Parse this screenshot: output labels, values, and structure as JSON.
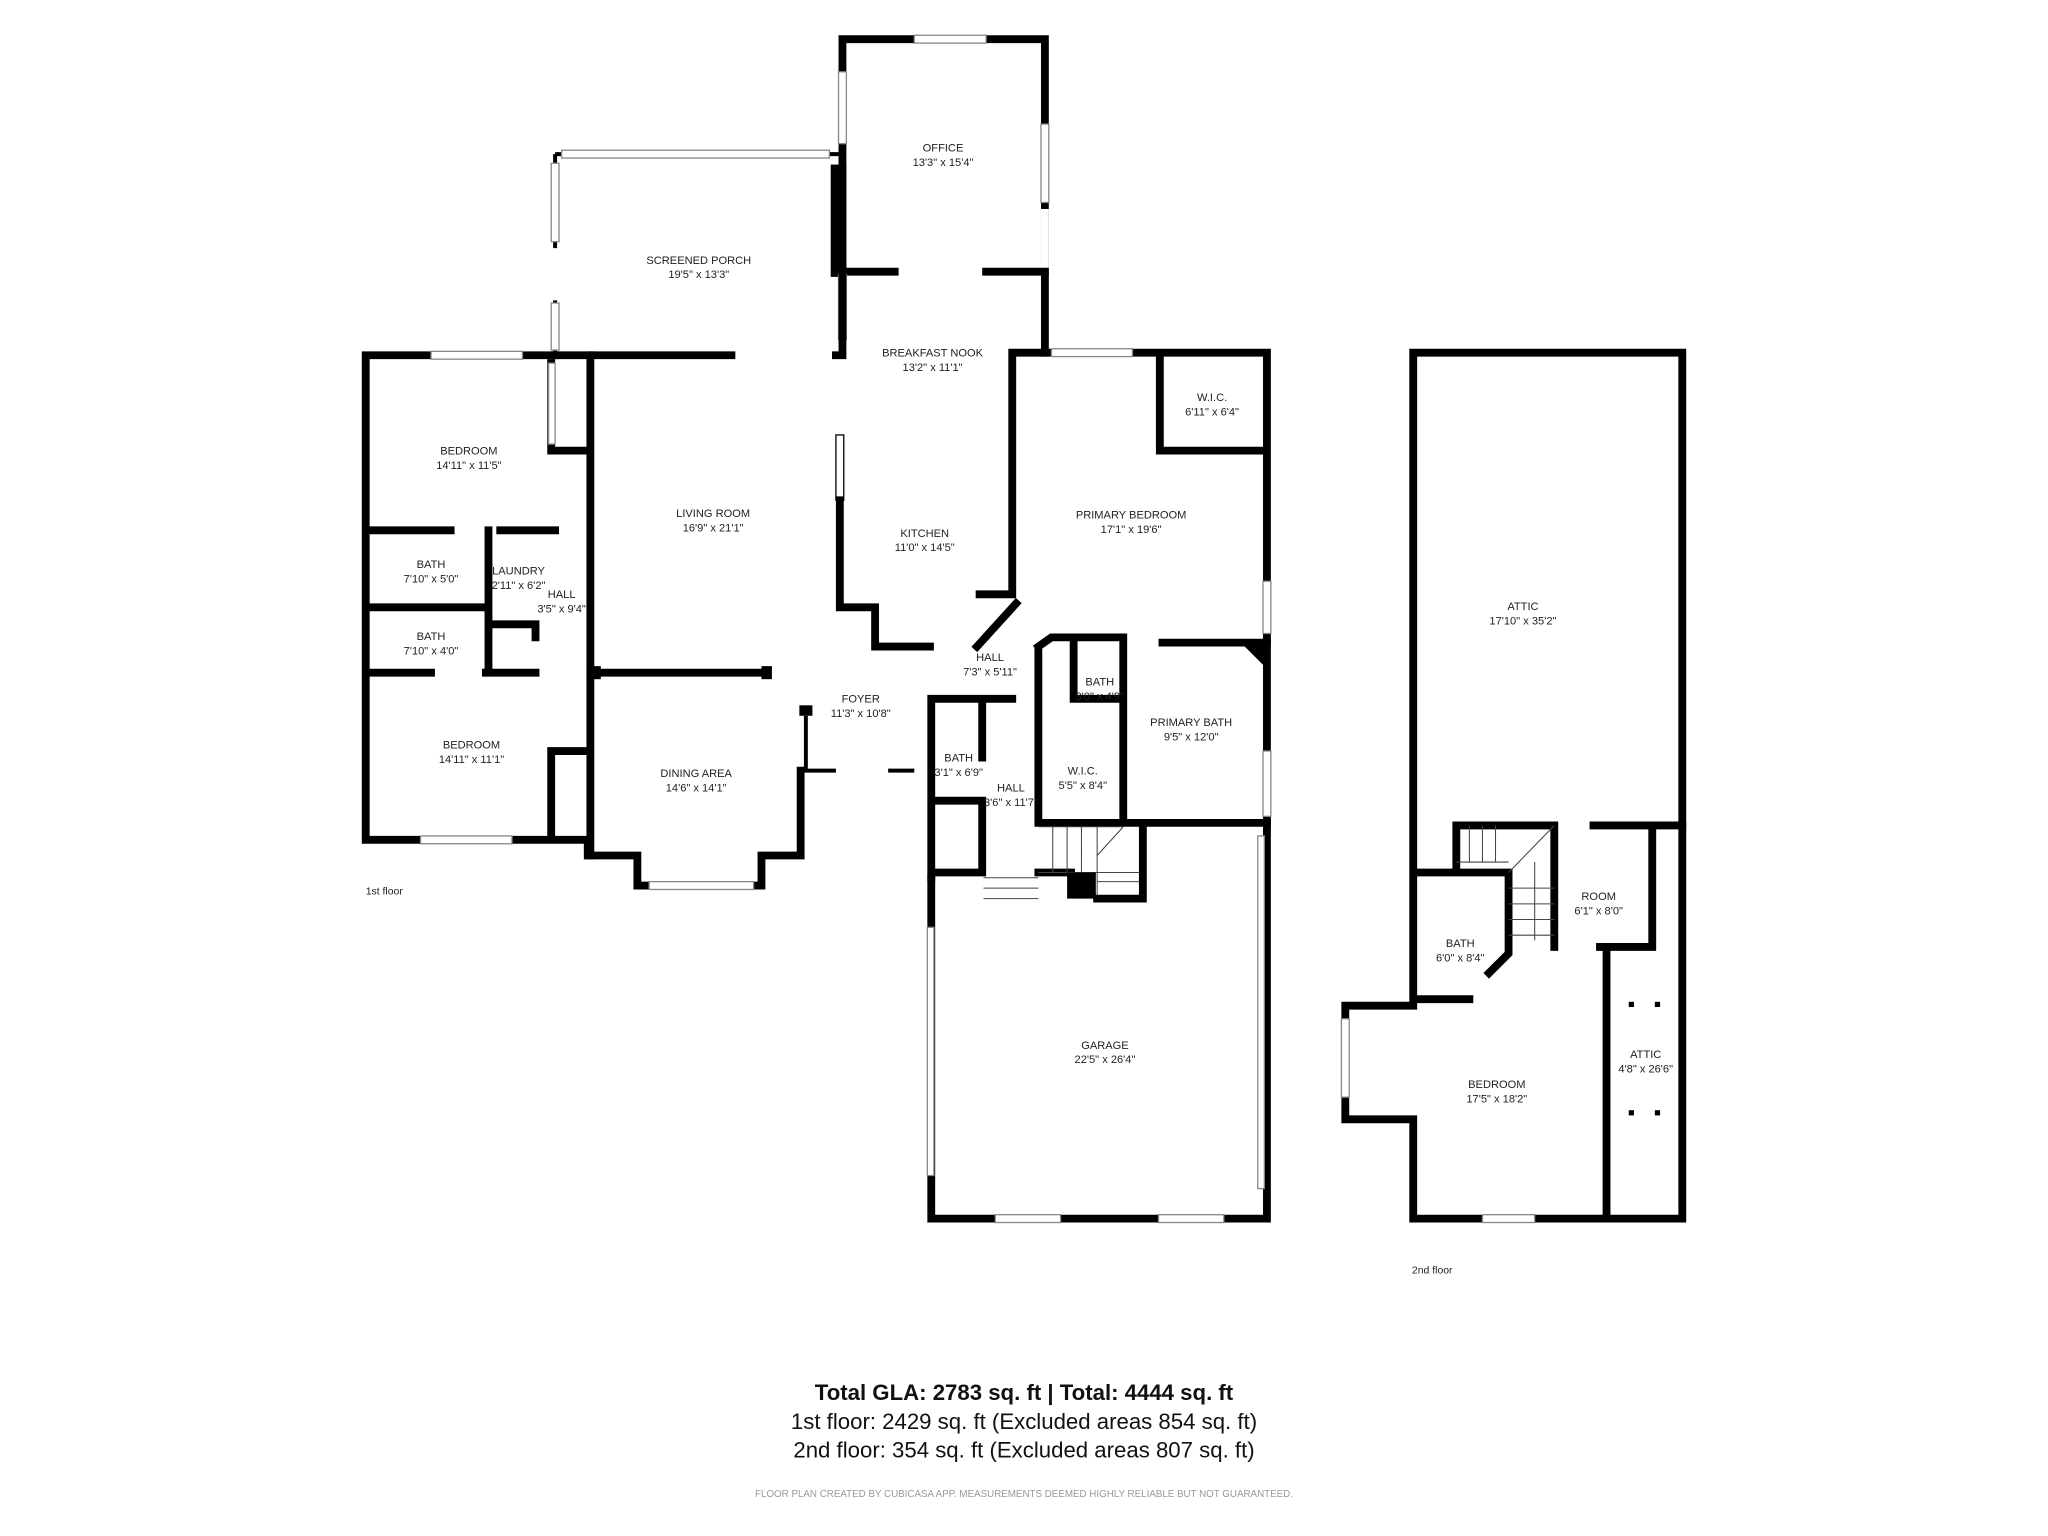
{
  "floor1": {
    "label": "1st floor",
    "rooms": [
      {
        "name": "OFFICE",
        "dims": "13'3\" x 15'4\""
      },
      {
        "name": "SCREENED PORCH",
        "dims": "19'5\" x 13'3\""
      },
      {
        "name": "BREAKFAST NOOK",
        "dims": "13'2\" x 11'1\""
      },
      {
        "name": "BEDROOM",
        "dims": "14'11\" x 11'5\""
      },
      {
        "name": "LIVING ROOM",
        "dims": "16'9\" x 21'1\""
      },
      {
        "name": "KITCHEN",
        "dims": "11'0\" x 14'5\""
      },
      {
        "name": "PRIMARY BEDROOM",
        "dims": "17'1\" x 19'6\""
      },
      {
        "name": "W.I.C.",
        "dims": "6'11\" x 6'4\""
      },
      {
        "name": "BATH",
        "dims": "7'10\" x 5'0\""
      },
      {
        "name": "LAUNDRY",
        "dims": "2'11\" x 6'2\""
      },
      {
        "name": "HALL",
        "dims": "3'5\" x 9'4\""
      },
      {
        "name": "BATH",
        "dims": "7'10\" x 4'0\""
      },
      {
        "name": "HALL",
        "dims": "7'3\" x 5'11\""
      },
      {
        "name": "BATH",
        "dims": "3'0\" x 4'9\""
      },
      {
        "name": "FOYER",
        "dims": "11'3\" x 10'8\""
      },
      {
        "name": "BEDROOM",
        "dims": "14'11\" x 11'1\""
      },
      {
        "name": "PRIMARY BATH",
        "dims": "9'5\" x 12'0\""
      },
      {
        "name": "BATH",
        "dims": "3'1\" x 6'9\""
      },
      {
        "name": "W.I.C.",
        "dims": "5'5\" x 8'4\""
      },
      {
        "name": "DINING AREA",
        "dims": "14'6\" x 14'1\""
      },
      {
        "name": "HALL",
        "dims": "3'6\" x 11'7\""
      },
      {
        "name": "GARAGE",
        "dims": "22'5\" x 26'4\""
      }
    ]
  },
  "floor2": {
    "label": "2nd floor",
    "rooms": [
      {
        "name": "ATTIC",
        "dims": "17'10\" x 35'2\""
      },
      {
        "name": "ROOM",
        "dims": "6'1\" x 8'0\""
      },
      {
        "name": "BATH",
        "dims": "6'0\" x 8'4\""
      },
      {
        "name": "ATTIC",
        "dims": "4'8\" x 26'6\""
      },
      {
        "name": "BEDROOM",
        "dims": "17'5\" x 18'2\""
      }
    ]
  },
  "summary": {
    "total": "Total GLA: 2783 sq. ft | Total: 4444 sq. ft",
    "floor1": "1st floor: 2429 sq. ft (Excluded areas 854 sq. ft)",
    "floor2": "2nd floor: 354 sq. ft (Excluded areas 807 sq. ft)"
  },
  "disclaimer": "FLOOR PLAN CREATED BY CUBICASA APP. MEASUREMENTS DEEMED HIGHLY RELIABLE BUT NOT GUARANTEED."
}
